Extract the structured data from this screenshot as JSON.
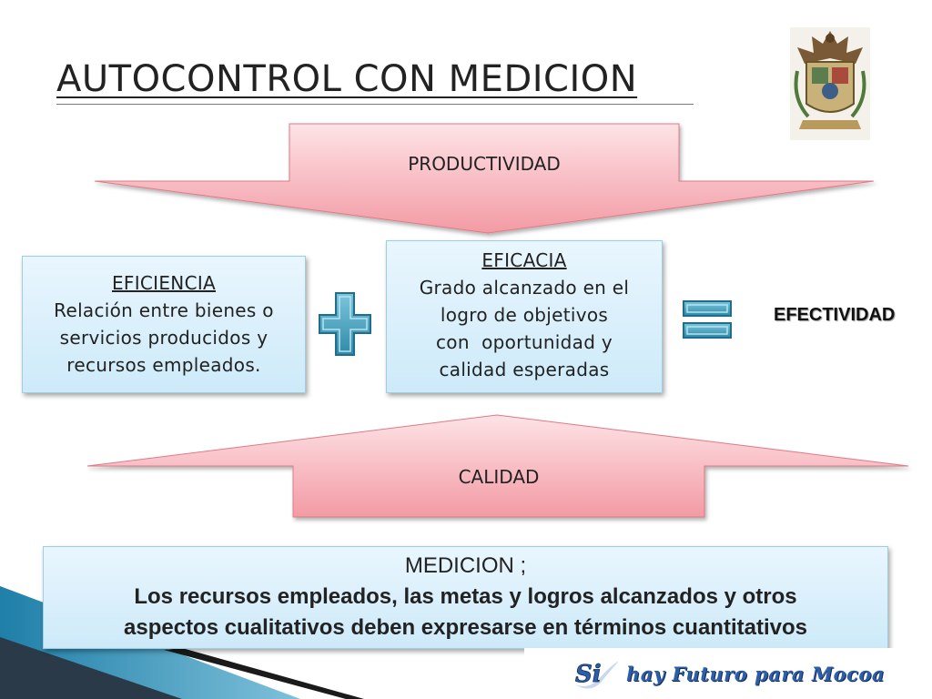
{
  "title": "AUTOCONTROL CON MEDICION",
  "arrows": {
    "top_label": "PRODUCTIVIDAD",
    "bottom_label": "CALIDAD"
  },
  "eficiencia": {
    "heading": "EFICIENCIA",
    "lines": [
      "Relación entre bienes o",
      "servicios producidos y",
      "recursos empleados."
    ]
  },
  "eficacia": {
    "heading": "EFICACIA",
    "lines": [
      "Grado alcanzado en el",
      "logro de objetivos",
      "con  oportunidad y",
      "calidad esperadas"
    ]
  },
  "result_label": "EFECTIVIDAD",
  "medicion": {
    "heading": "MEDICION ;",
    "lines": [
      "Los recursos empleados, las metas y logros alcanzados y otros",
      "aspectos cualitativos deben expresarse en términos cuantitativos"
    ]
  },
  "footer": {
    "mark": "Si",
    "text": "hay Futuro para Mocoa"
  },
  "colors": {
    "arrow_fill": "#f6a0a8",
    "box_fill": "#d6eefb",
    "icon_fill": "#4aa3c0"
  },
  "icons": [
    "plus-icon",
    "equals-icon",
    "municipal-seal-icon"
  ]
}
